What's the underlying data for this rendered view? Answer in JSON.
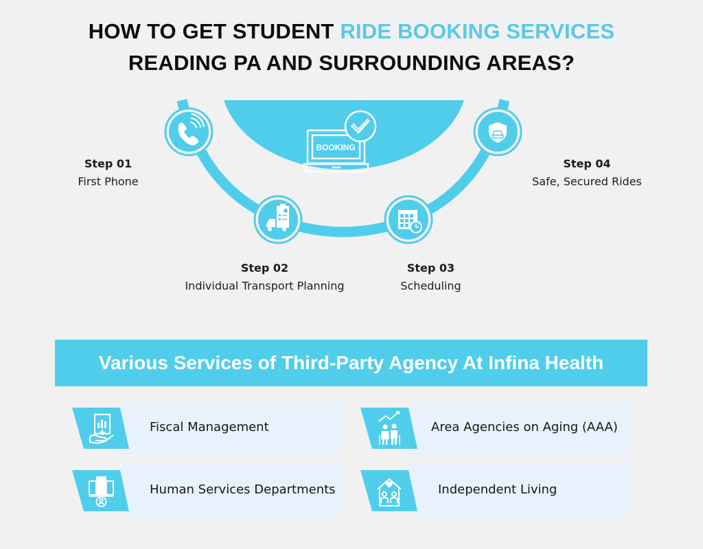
{
  "header": {
    "line1_prefix": "HOW TO GET STUDENT ",
    "line1_accent": "RIDE BOOKING SERVICES",
    "line2": "READING PA AND SURROUNDING AREAS?"
  },
  "center_icon": {
    "name": "laptop-booking-check-icon",
    "label": "BOOKING"
  },
  "steps": [
    {
      "num": "Step 01",
      "label": "First Phone",
      "icon": "phone-icon"
    },
    {
      "num": "Step 02",
      "label": "Individual Transport Planning",
      "icon": "truck-clipboard-icon"
    },
    {
      "num": "Step 03",
      "label": "Scheduling",
      "icon": "calendar-clock-icon"
    },
    {
      "num": "Step 04",
      "label": "Safe, Secured Rides",
      "icon": "shield-car-icon"
    }
  ],
  "banner": {
    "title": "Various Services of Third-Party Agency At Infina Health"
  },
  "services": [
    {
      "label": "Fiscal Management",
      "icon": "fiscal-hand-chart-icon"
    },
    {
      "label": "Area Agencies on Aging (AAA)",
      "icon": "elderly-couple-growth-icon"
    },
    {
      "label": "Human Services Departments",
      "icon": "building-person-icon"
    },
    {
      "label": "Independent Living",
      "icon": "home-heart-people-icon"
    }
  ],
  "colors": {
    "accent": "#59c9e8",
    "primary": "#51cdec",
    "card_bg": "#e8f2fd",
    "background": "#f1f1f2"
  }
}
